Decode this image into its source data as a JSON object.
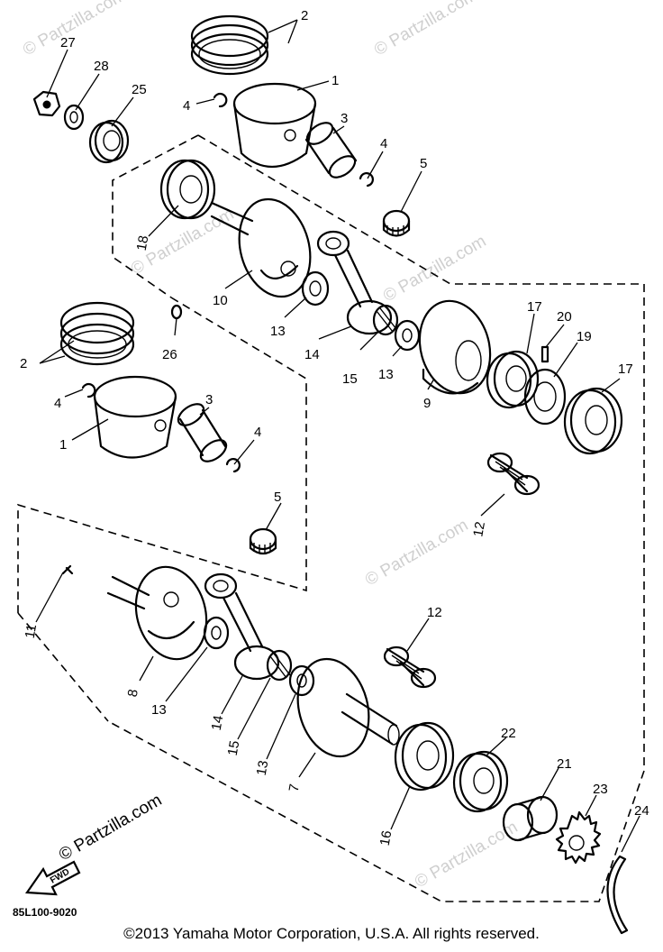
{
  "diagram": {
    "callouts": [
      {
        "id": "c2a",
        "label": "2"
      },
      {
        "id": "c27",
        "label": "27"
      },
      {
        "id": "c28",
        "label": "28"
      },
      {
        "id": "c25",
        "label": "25"
      },
      {
        "id": "c1a",
        "label": "1"
      },
      {
        "id": "c4a",
        "label": "4"
      },
      {
        "id": "c3a",
        "label": "3"
      },
      {
        "id": "c4b",
        "label": "4"
      },
      {
        "id": "c5a",
        "label": "5"
      },
      {
        "id": "c18",
        "label": "18"
      },
      {
        "id": "c10",
        "label": "10"
      },
      {
        "id": "c13a",
        "label": "13"
      },
      {
        "id": "c14a",
        "label": "14"
      },
      {
        "id": "c15a",
        "label": "15"
      },
      {
        "id": "c13b",
        "label": "13"
      },
      {
        "id": "c9",
        "label": "9"
      },
      {
        "id": "c17a",
        "label": "17"
      },
      {
        "id": "c20",
        "label": "20"
      },
      {
        "id": "c19",
        "label": "19"
      },
      {
        "id": "c17b",
        "label": "17"
      },
      {
        "id": "c26",
        "label": "26"
      },
      {
        "id": "c2b",
        "label": "2"
      },
      {
        "id": "c4c",
        "label": "4"
      },
      {
        "id": "c1b",
        "label": "1"
      },
      {
        "id": "c3b",
        "label": "3"
      },
      {
        "id": "c4d",
        "label": "4"
      },
      {
        "id": "c12a",
        "label": "12"
      },
      {
        "id": "c5b",
        "label": "5"
      },
      {
        "id": "c11",
        "label": "11"
      },
      {
        "id": "c12b",
        "label": "12"
      },
      {
        "id": "c8",
        "label": "8"
      },
      {
        "id": "c13c",
        "label": "13"
      },
      {
        "id": "c14b",
        "label": "14"
      },
      {
        "id": "c15b",
        "label": "15"
      },
      {
        "id": "c13d",
        "label": "13"
      },
      {
        "id": "c7",
        "label": "7"
      },
      {
        "id": "c16",
        "label": "16"
      },
      {
        "id": "c22",
        "label": "22"
      },
      {
        "id": "c21",
        "label": "21"
      },
      {
        "id": "c23",
        "label": "23"
      },
      {
        "id": "c24",
        "label": "24"
      }
    ],
    "watermark": "© Partzilla.com",
    "front_arrow_label": "FWD",
    "part_code": "85L100-9020"
  },
  "footer": {
    "copyright": "©2013 Yamaha Motor Corporation, U.S.A. All rights reserved."
  }
}
